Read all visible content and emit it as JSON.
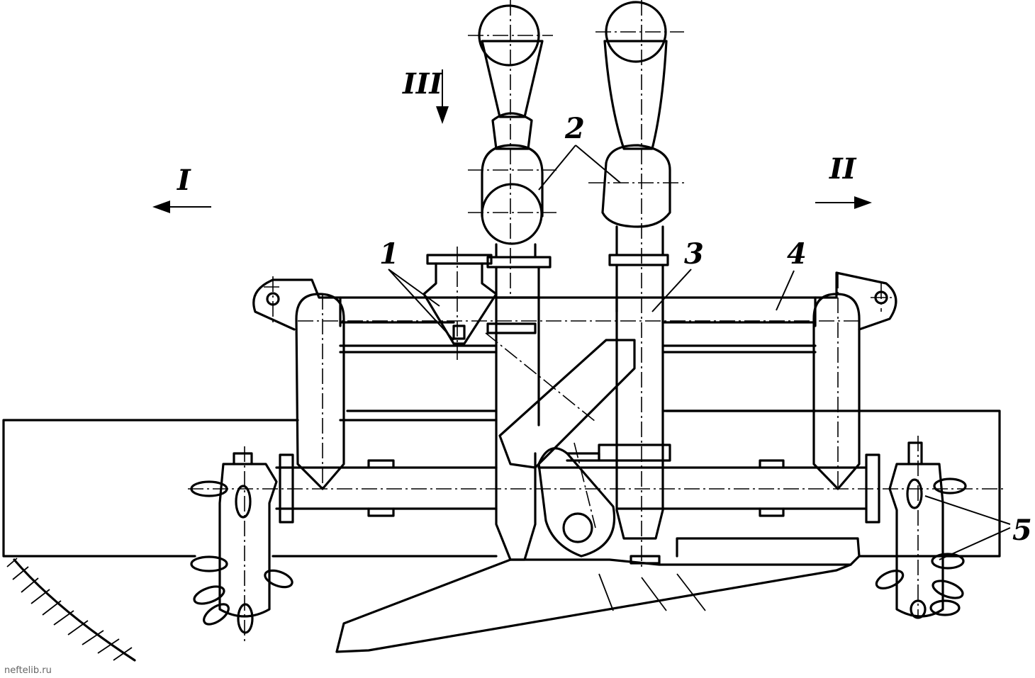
{
  "labels": {
    "dir_left": "I",
    "dir_right": "II",
    "dir_down": "III",
    "part_1": "1",
    "part_2": "2",
    "part_3": "3",
    "part_4": "4",
    "part_5": "5"
  },
  "watermark": "neftelib.ru"
}
